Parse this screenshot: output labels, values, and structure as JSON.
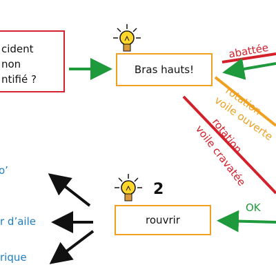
{
  "question_box": {
    "line1": "cident",
    "line2": "non",
    "line3": "ntifié ?"
  },
  "step1": {
    "label": "Bras hauts!",
    "icon": "lightbulb-icon"
  },
  "step2": {
    "label": "rouvrir",
    "number": "2",
    "icon": "lightbulb-icon"
  },
  "arrows": {
    "abattee": "abattée",
    "rotation_open_1": "rotation",
    "rotation_open_2": "voile ouverte",
    "rotation_cravate_1": "rotation",
    "rotation_cravate_2": "voile cravatée",
    "ok": "OK"
  },
  "outcomes": {
    "item1": "o’",
    "item2": "r d’aile",
    "item3": "rique"
  },
  "colors": {
    "red": "#d4202a",
    "orange": "#f0a020",
    "green": "#1e9a3c",
    "blue": "#1c7ec4",
    "black": "#111111"
  }
}
